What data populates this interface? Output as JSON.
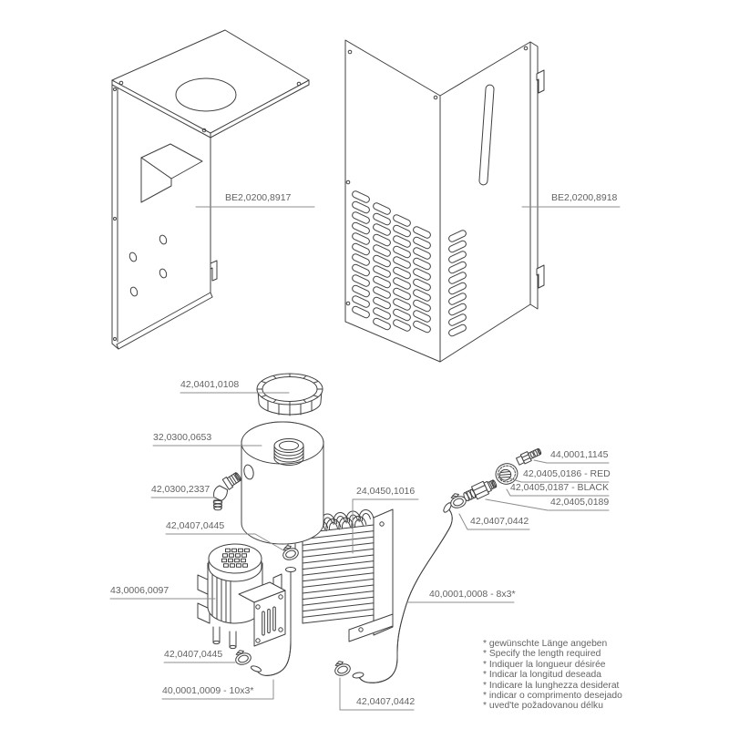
{
  "diagram": {
    "type": "exploded-parts-diagram",
    "colors": {
      "background": "#ffffff",
      "line": "#404040",
      "label": "#636363",
      "leader": "#8c8c8c"
    }
  },
  "labels": {
    "panel_left": "BE2,0200,8917",
    "panel_right": "BE2,0200,8918",
    "cap": "42,0401,0108",
    "tank": "32,0300,0653",
    "elbow": "42,0300,2337",
    "clamp_tank": "42,0407,0445",
    "pump": "43,0006,0097",
    "radiator": "24,0450,1016",
    "nipple": "44,0001,1145",
    "nut_red": "42,0405,0186 - RED",
    "nut_black": "42,0405,0187 - BLACK",
    "barb_fitting": "42,0405,0189",
    "clamp_right": "42,0407,0442",
    "hose_right": "40,0001,0008 - 8x3*",
    "clamp_pump": "42,0407,0445",
    "hose_left": "40,0001,0009 - 10x3*",
    "clamp_bottom": "42,0407,0442"
  },
  "footnotes": [
    "* gewünschte Länge angeben",
    "* Specify the length required",
    "* Indiquer la longueur désirée",
    "* Indicar la longitud deseada",
    "* Indicare la lunghezza desiderat",
    "* indicar o comprimento desejado",
    "* uved'te požadovanou délku"
  ]
}
